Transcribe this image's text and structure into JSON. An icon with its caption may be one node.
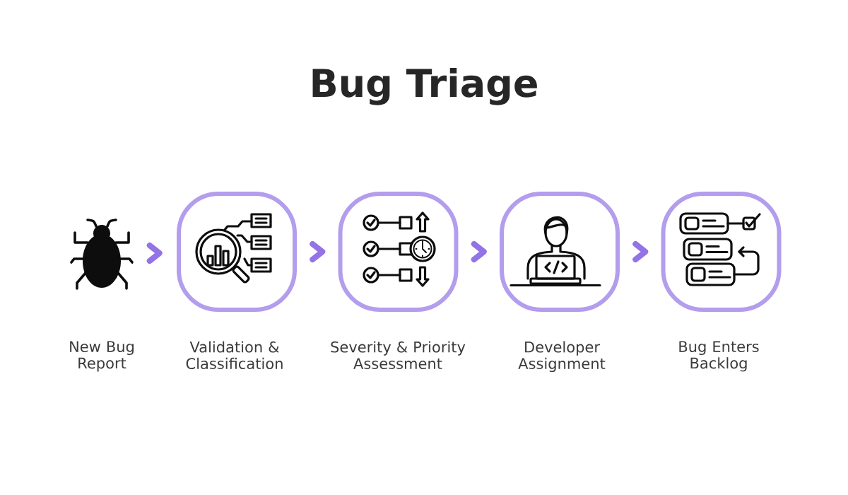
{
  "diagram": {
    "title": "Bug Triage",
    "nodes": [
      {
        "text": [
          "New Bug Report"
        ]
      },
      {
        "text": [
          "Validation & Classification"
        ]
      },
      {
        "text": [
          "Severity & Priority Assessment"
        ]
      },
      {
        "text": [
          "Developer Assignment"
        ]
      },
      {
        "text": [
          "Bug Enters Backlog"
        ]
      }
    ],
    "edges": [
      {
        "from": 0,
        "to": 1,
        "arrow": "to"
      },
      {
        "from": 1,
        "to": 2,
        "arrow": "to"
      },
      {
        "from": 2,
        "to": 3,
        "arrow": "to"
      },
      {
        "from": 3,
        "to": 4,
        "arrow": "to"
      }
    ]
  }
}
